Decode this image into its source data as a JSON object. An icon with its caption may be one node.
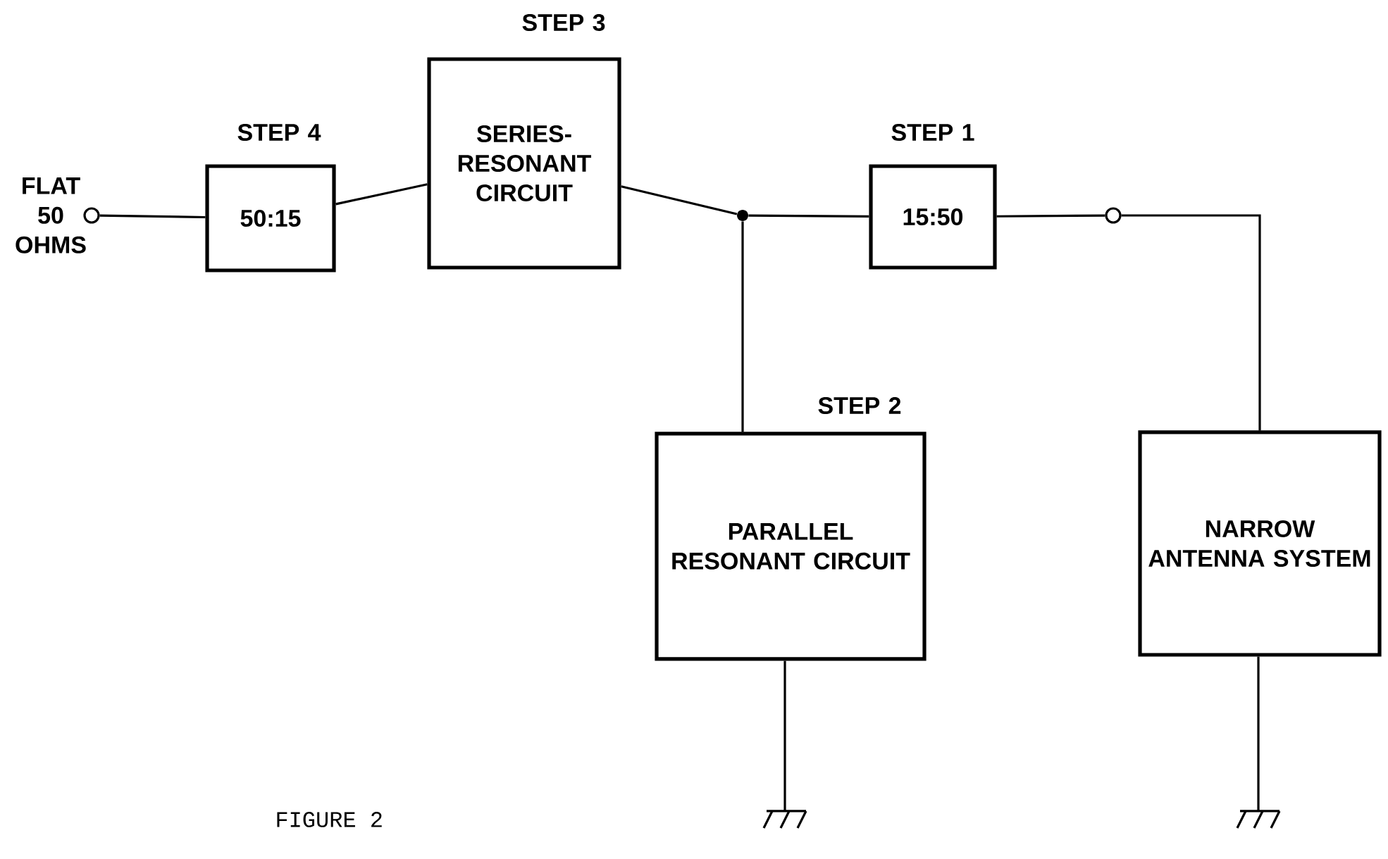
{
  "diagram": {
    "caption": "FIGURE 2",
    "nodes": [
      {
        "text": [],
        "shape": "circle",
        "beside": [
          "FLAT 50 OHMS"
        ]
      },
      {
        "text": [
          "50:15"
        ],
        "beside": [
          "STEP 4"
        ]
      },
      {
        "text": [
          "SERIES- RESONANT CIRCUIT"
        ],
        "beside": [
          "STEP 3"
        ]
      },
      {
        "text": [],
        "shape": "dot"
      },
      {
        "text": [
          "15:50"
        ],
        "beside": [
          "STEP 1"
        ]
      },
      {
        "text": [],
        "shape": "circle"
      },
      {
        "text": [
          "PARALLEL RESONANT CIRCUIT"
        ],
        "beside": [
          "STEP 2"
        ]
      },
      {
        "text": [
          "NARROW ANTENNA SYSTEM"
        ]
      },
      {
        "text": [],
        "shape": "ground"
      },
      {
        "text": [],
        "shape": "ground"
      }
    ],
    "edges": [
      {
        "from": 0,
        "to": 1,
        "arrow": "none"
      },
      {
        "from": 1,
        "to": 2,
        "arrow": "none"
      },
      {
        "from": 2,
        "to": 3,
        "arrow": "none"
      },
      {
        "from": 3,
        "to": 4,
        "arrow": "none"
      },
      {
        "from": 4,
        "to": 5,
        "arrow": "none"
      },
      {
        "from": 3,
        "to": 6,
        "arrow": "none"
      },
      {
        "from": 5,
        "to": 7,
        "arrow": "none"
      },
      {
        "from": 6,
        "to": 8,
        "arrow": "none"
      },
      {
        "from": 7,
        "to": 9,
        "arrow": "none"
      }
    ]
  }
}
